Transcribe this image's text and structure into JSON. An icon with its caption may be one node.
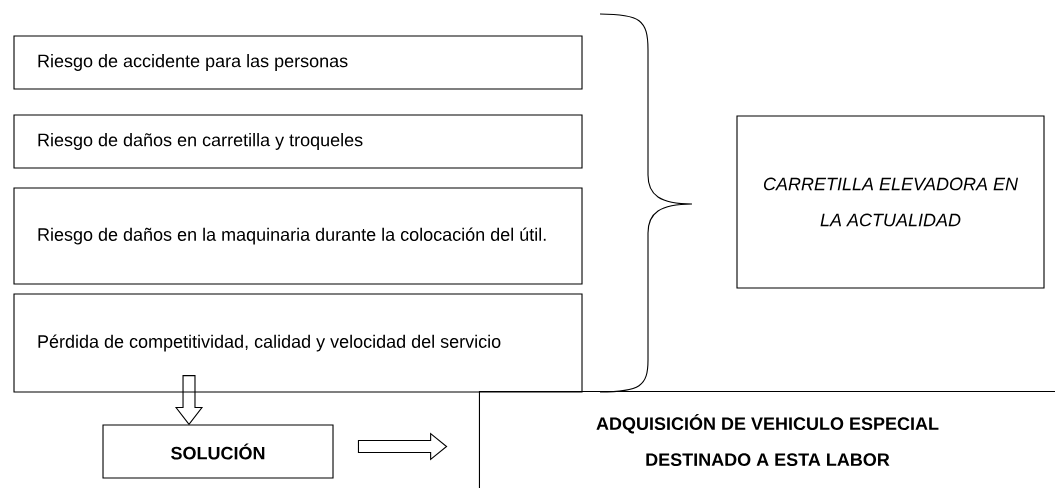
{
  "diagram": {
    "nodes": [
      {
        "text": [
          "Riesgo de accidente para las personas"
        ]
      },
      {
        "text": [
          "Riesgo de daños en carretilla y troqueles"
        ]
      },
      {
        "text": [
          "Riesgo de daños en la maquinaria durante la colocación del útil."
        ]
      },
      {
        "text": [
          "Pérdida de competitividad, calidad y velocidad del servicio"
        ]
      },
      {
        "text": [
          "CARRETILLA ELEVADORA EN LA ACTUALIDAD"
        ]
      },
      {
        "text": [
          "SOLUCIÓN"
        ]
      },
      {
        "text": [
          "ADQUISICIÓN DE VEHICULO ESPECIAL DESTINADO A ESTA LABOR"
        ]
      }
    ],
    "edges": [
      {
        "from": 3,
        "to": 5,
        "arrow": "to"
      },
      {
        "from": 5,
        "to": 6,
        "arrow": "to"
      }
    ]
  }
}
